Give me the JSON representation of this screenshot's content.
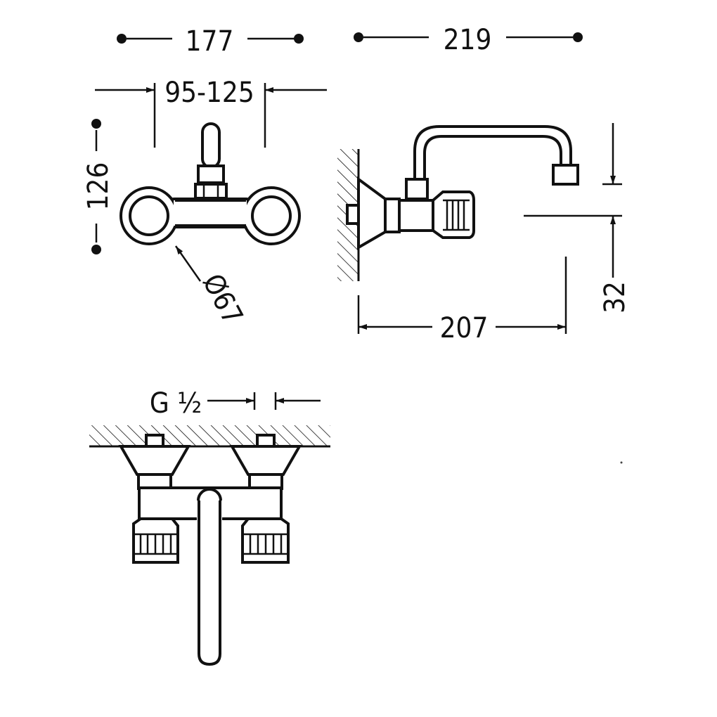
{
  "drawing": {
    "colors": {
      "line": "#111111",
      "background": "#ffffff"
    },
    "front_view": {
      "width_label": "177",
      "spacing_label": "95-125",
      "height_label": "126",
      "diameter_label": "Ø67"
    },
    "side_view": {
      "depth_label": "219",
      "projection_label": "207",
      "spout_height_label": "32"
    },
    "top_view": {
      "thread_label": "G ½"
    }
  }
}
